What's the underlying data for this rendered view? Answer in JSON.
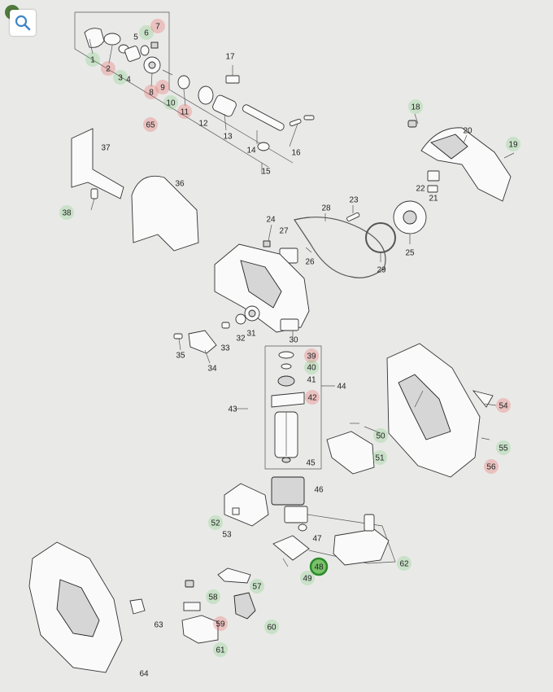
{
  "viewer": {
    "zoom_icon": "magnifier-icon",
    "logo_icon": "green-dot-logo"
  },
  "diagram": {
    "colors": {
      "green": "#7cc46e",
      "red": "#e87b7b",
      "highlight": "#2b8a2b"
    },
    "callouts": [
      {
        "n": "1",
        "s": "g"
      },
      {
        "n": "2",
        "s": "r"
      },
      {
        "n": "3",
        "s": "g"
      },
      {
        "n": "4",
        "s": "n"
      },
      {
        "n": "5",
        "s": "n"
      },
      {
        "n": "6",
        "s": "g"
      },
      {
        "n": "7",
        "s": "r"
      },
      {
        "n": "8",
        "s": "r"
      },
      {
        "n": "9",
        "s": "r"
      },
      {
        "n": "10",
        "s": "g"
      },
      {
        "n": "11",
        "s": "r"
      },
      {
        "n": "12",
        "s": "n"
      },
      {
        "n": "13",
        "s": "n"
      },
      {
        "n": "14",
        "s": "n"
      },
      {
        "n": "15",
        "s": "n"
      },
      {
        "n": "16",
        "s": "n"
      },
      {
        "n": "17",
        "s": "n"
      },
      {
        "n": "18",
        "s": "g"
      },
      {
        "n": "19",
        "s": "g"
      },
      {
        "n": "20",
        "s": "n"
      },
      {
        "n": "21",
        "s": "n"
      },
      {
        "n": "22",
        "s": "n"
      },
      {
        "n": "23",
        "s": "n"
      },
      {
        "n": "24",
        "s": "n"
      },
      {
        "n": "25",
        "s": "n"
      },
      {
        "n": "26",
        "s": "n"
      },
      {
        "n": "27",
        "s": "n"
      },
      {
        "n": "28",
        "s": "n"
      },
      {
        "n": "29",
        "s": "n"
      },
      {
        "n": "30",
        "s": "n"
      },
      {
        "n": "31",
        "s": "n"
      },
      {
        "n": "32",
        "s": "n"
      },
      {
        "n": "33",
        "s": "n"
      },
      {
        "n": "34",
        "s": "n"
      },
      {
        "n": "35",
        "s": "n"
      },
      {
        "n": "36",
        "s": "n"
      },
      {
        "n": "37",
        "s": "n"
      },
      {
        "n": "38",
        "s": "g"
      },
      {
        "n": "39",
        "s": "r"
      },
      {
        "n": "40",
        "s": "g"
      },
      {
        "n": "41",
        "s": "n"
      },
      {
        "n": "42",
        "s": "r"
      },
      {
        "n": "43",
        "s": "n"
      },
      {
        "n": "44",
        "s": "n"
      },
      {
        "n": "45",
        "s": "n"
      },
      {
        "n": "46",
        "s": "n"
      },
      {
        "n": "47",
        "s": "n"
      },
      {
        "n": "48",
        "s": "h"
      },
      {
        "n": "49",
        "s": "g"
      },
      {
        "n": "50",
        "s": "g"
      },
      {
        "n": "51",
        "s": "g"
      },
      {
        "n": "52",
        "s": "g"
      },
      {
        "n": "53",
        "s": "n"
      },
      {
        "n": "54",
        "s": "r"
      },
      {
        "n": "55",
        "s": "g"
      },
      {
        "n": "56",
        "s": "r"
      },
      {
        "n": "57",
        "s": "g"
      },
      {
        "n": "58",
        "s": "g"
      },
      {
        "n": "59",
        "s": "r"
      },
      {
        "n": "60",
        "s": "g"
      },
      {
        "n": "61",
        "s": "g"
      },
      {
        "n": "62",
        "s": "g"
      },
      {
        "n": "63",
        "s": "n"
      },
      {
        "n": "64",
        "s": "n"
      },
      {
        "n": "65",
        "s": "r"
      }
    ]
  }
}
